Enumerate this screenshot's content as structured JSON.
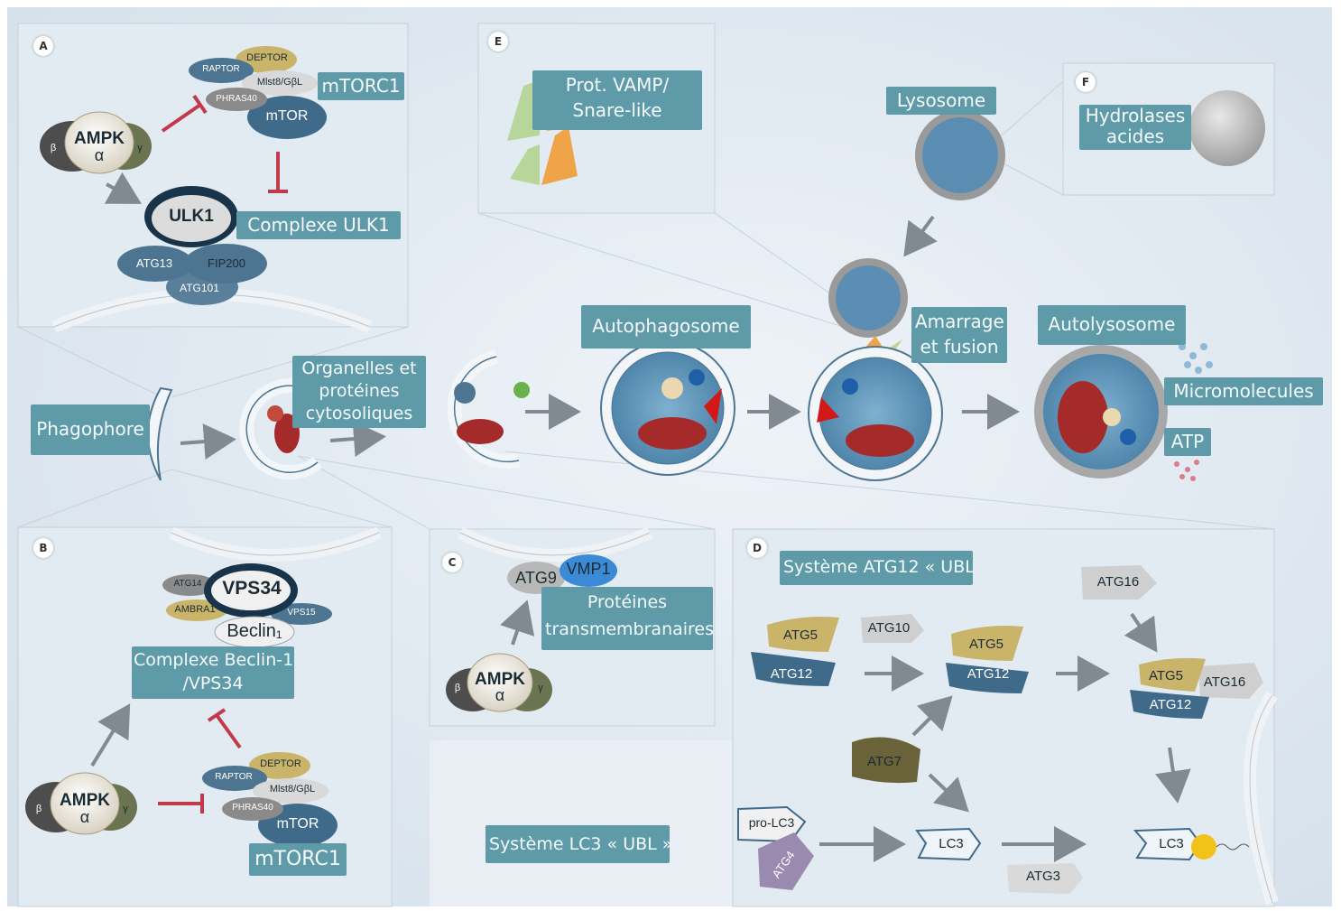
{
  "panels": {
    "a": "A",
    "b": "B",
    "c": "C",
    "d": "D",
    "e": "E",
    "f": "F"
  },
  "labels": {
    "mtorc1_top": "mTORC1",
    "complexe_ulk1": "Complexe ULK1",
    "phagophore": "Phagophore",
    "organelles_1": "Organelles et",
    "organelles_2": "protéines",
    "organelles_3": "cytosoliques",
    "autophagosome": "Autophagosome",
    "prot_vamp_1": "Prot. VAMP/",
    "prot_vamp_2": "Snare-like",
    "lysosome": "Lysosome",
    "hydrolases_1": "Hydrolases",
    "hydrolases_2": "acides",
    "amarrage_1": "Amarrage",
    "amarrage_2": "et fusion",
    "autolysosome": "Autolysosome",
    "micromolecules": "Micromolecules",
    "atp": "ATP",
    "beclin_complex_1": "Complexe Beclin-1",
    "beclin_complex_2": "/VPS34",
    "mtorc1_bottom": "mTORC1",
    "proteines_1": "Protéines",
    "proteines_2": "transmembranaires",
    "systeme_atg12": "Système ATG12 « UBL",
    "systeme_lc3": "Système LC3 « UBL »"
  },
  "molecules": {
    "deptor": "DEPTOR",
    "raptor": "RAPTOR",
    "mlst8": "Mlst8/GβL",
    "phras40": "PHRAS40",
    "mtor": "mTOR",
    "ampk": "AMPK",
    "alpha": "α",
    "beta": "β",
    "gamma": "γ",
    "ulk1": "ULK1",
    "atg13": "ATG13",
    "fip200": "FIP200",
    "atg101": "ATG101",
    "atg14": "ATG14",
    "vps34": "VPS34",
    "ambra1": "AMBRA1",
    "vps15": "VPS15",
    "beclin": "Beclin₁",
    "atg9": "ATG9",
    "vmp1": "VMP1",
    "atg5": "ATG5",
    "atg12": "ATG12",
    "atg10": "ATG10",
    "atg16": "ATG16",
    "atg7": "ATG7",
    "prolc3": "pro-LC3",
    "atg4": "ATG4",
    "lc3": "LC3",
    "atg3": "ATG3"
  },
  "colors": {
    "label_bg": "#5f9aa8",
    "label_text": "#f4fbfd",
    "inhibit": "#c23a4a",
    "arrow": "#808a90",
    "panel_bg": "#dfe8f0",
    "membrane": "#ecf0f4"
  }
}
